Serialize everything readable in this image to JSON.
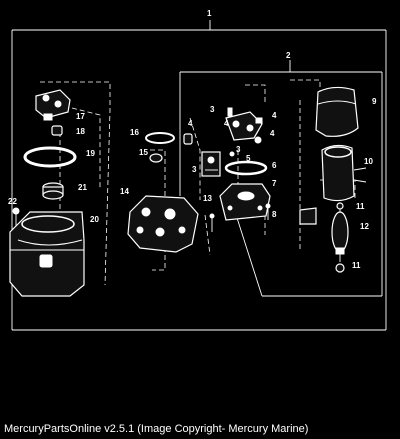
{
  "caption": "MercuryPartsOnline v2.5.1 (Image Copyright- Mercury Marine)",
  "callouts": {
    "c1": "1",
    "c2": "2",
    "c3a": "3",
    "c3b": "3",
    "c3c": "3",
    "c4a": "4",
    "c4b": "4",
    "c4c": "4",
    "c4d": "4",
    "c5": "5",
    "c6": "6",
    "c7": "7",
    "c8": "8",
    "c9": "9",
    "c10": "10",
    "c11a": "11",
    "c11b": "11",
    "c12": "12",
    "c13": "13",
    "c14": "14",
    "c15": "15",
    "c16": "16",
    "c17": "17",
    "c18": "18",
    "c19": "19",
    "c20": "20",
    "c21": "21",
    "c22": "22"
  }
}
